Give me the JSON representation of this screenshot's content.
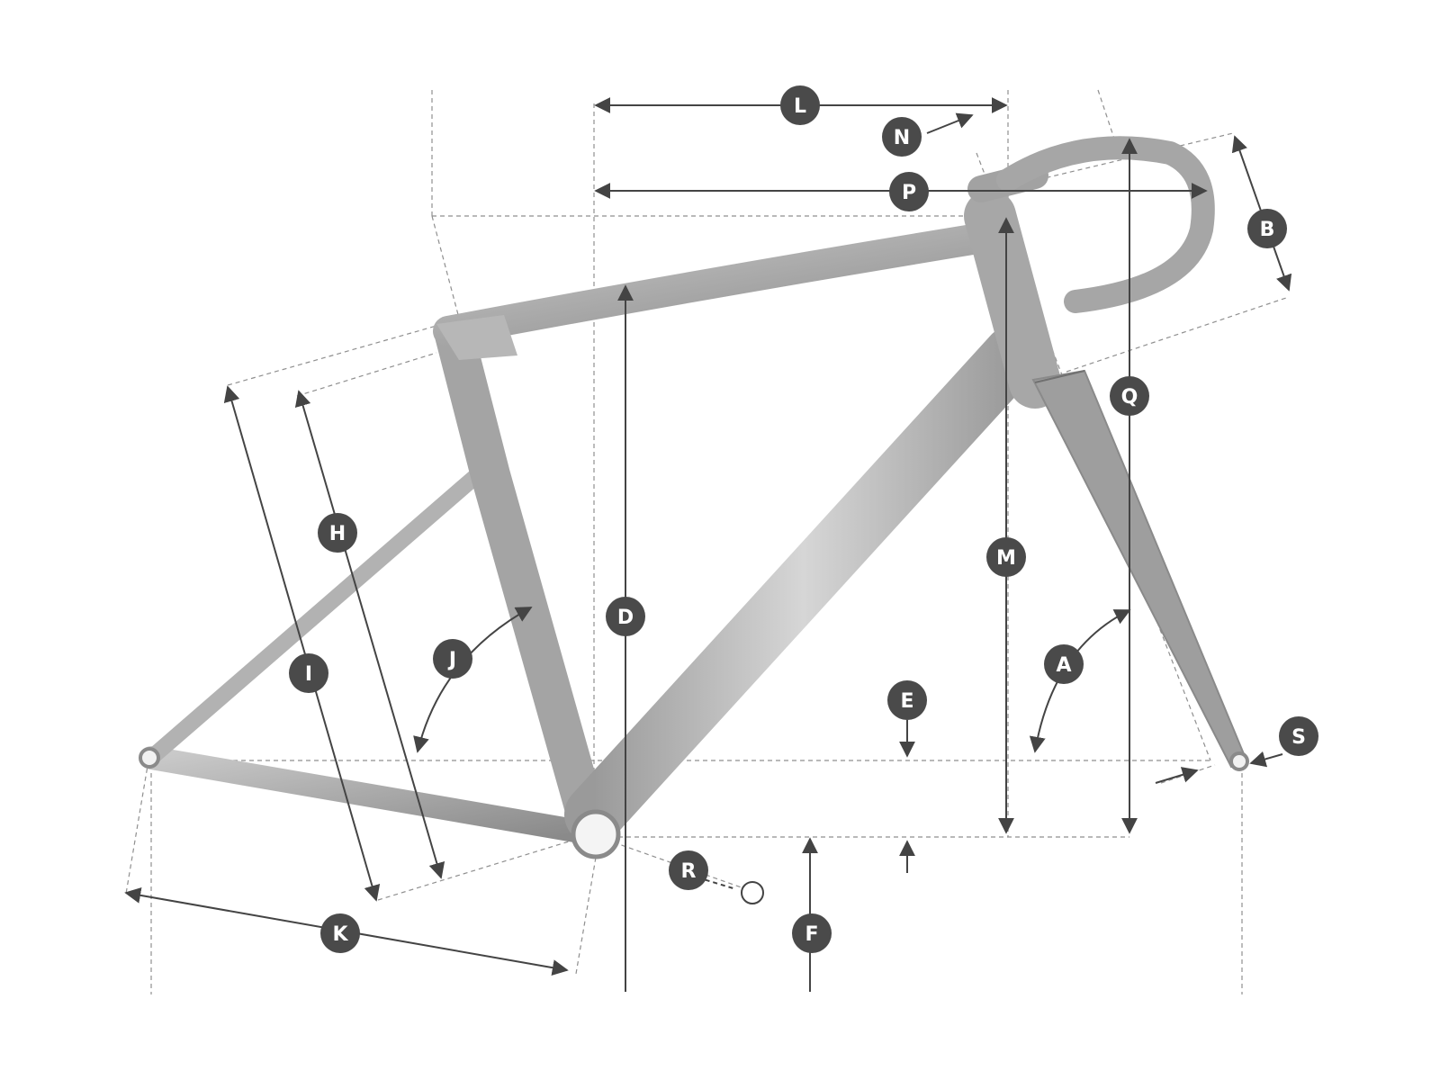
{
  "diagram": {
    "colors": {
      "frame": "#a8a8a8",
      "frame_highlight": "#dcdcdc",
      "frame_shadow": "#7c7c7c",
      "badge": "#4a4a4a",
      "badge_text": "#ffffff",
      "guide_line": "#8f8f8f",
      "arrow": "#444444"
    },
    "labels": {
      "A": "A",
      "B": "B",
      "D": "D",
      "E": "E",
      "F": "F",
      "H": "H",
      "I": "I",
      "J": "J",
      "K": "K",
      "L": "L",
      "M": "M",
      "N": "N",
      "P": "P",
      "Q": "Q",
      "R": "R",
      "S": "S"
    }
  }
}
